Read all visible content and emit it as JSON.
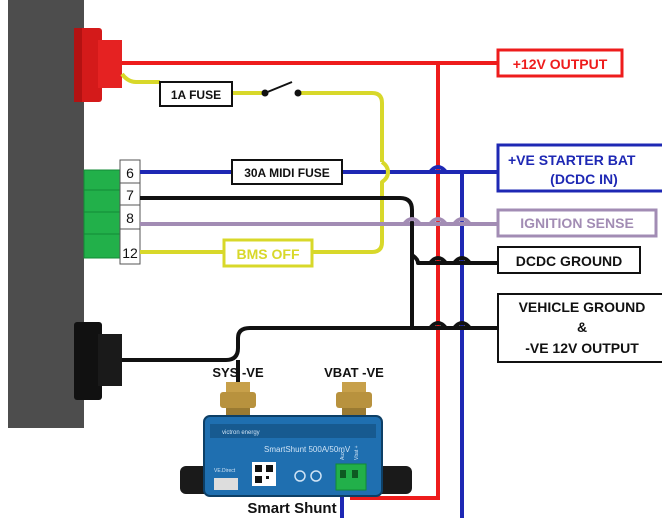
{
  "labels": {
    "output_12v": "+12V OUTPUT",
    "fuse_1a": "1A FUSE",
    "fuse_30a": "30A MIDI FUSE",
    "bms_off": "BMS OFF",
    "starter_bat_line1": "+VE STARTER BAT",
    "starter_bat_line2": "(DCDC IN)",
    "ignition_sense": "IGNITION SENSE",
    "dcdc_ground": "DCDC GROUND",
    "vehicle_ground_line1": "VEHICLE GROUND",
    "vehicle_ground_line2": "&",
    "vehicle_ground_line3": "-VE 12V OUTPUT",
    "sys_ve": "SYS -VE",
    "vbat_ve": "VBAT -VE",
    "smart_shunt": "Smart Shunt"
  },
  "connector_pins": [
    "6",
    "7",
    "8",
    "12"
  ],
  "shunt_device": {
    "brand": "victron energy",
    "model": "SmartShunt 500A/50mV",
    "port_label": "VE.Direct",
    "side_labels": [
      "Aux",
      "Vbat +"
    ]
  },
  "colors": {
    "red_wire": "#ee1c1c",
    "blue_wire": "#1e28b4",
    "yellow_wire": "#d8d82a",
    "purple_wire": "#a28cb4",
    "black_wire": "#111111",
    "panel": "#4d4d4d",
    "connector_green": "#22b04a",
    "shunt_blue": "#1f6fb0"
  }
}
